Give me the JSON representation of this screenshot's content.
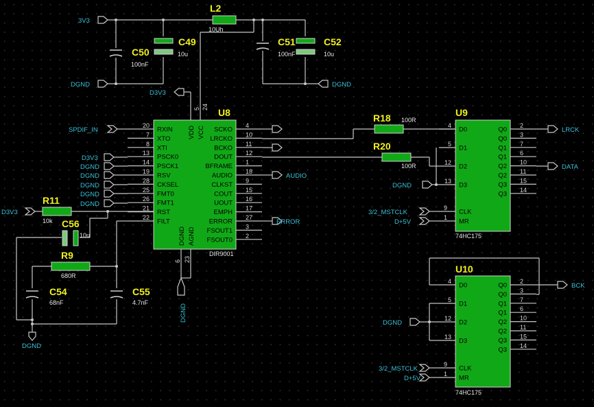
{
  "nets": {
    "v3v3_top": "3V3",
    "dgnd_left": "DGND",
    "d3v3_mid": "D3V3",
    "dgnd_right": "DGND",
    "spdif_in": "SPDIF_IN",
    "d3v3_pin13": "D3V3",
    "dgnd_14": "DGND",
    "dgnd_19": "DGND",
    "dgnd_28": "DGND",
    "dgnd_25": "DGND",
    "dgnd_26": "DGND",
    "d3v3_r11": "D3V3",
    "audio": "AUDIO",
    "error": "ERROR",
    "dgnd_u8": "DGND",
    "dgnd_bottom": "DGND",
    "lrck": "LRCK",
    "data": "DATA",
    "dgnd_u9": "DGND",
    "mstclk_u9": "3/2_MSTCLK",
    "d5v_u9": "D+5V",
    "bck": "BCK",
    "dgnd_u10": "DGND",
    "mstclk_u10": "3/2_MSTCLK",
    "d5v_u10": "D+5V"
  },
  "components": {
    "l2": {
      "ref": "L2",
      "value": "10Uh"
    },
    "c50": {
      "ref": "C50",
      "value": "100nF"
    },
    "c49": {
      "ref": "C49",
      "value": "10u"
    },
    "c51": {
      "ref": "C51",
      "value": "100nF"
    },
    "c52": {
      "ref": "C52",
      "value": "10u"
    },
    "r11": {
      "ref": "R11",
      "value": "10k"
    },
    "c56": {
      "ref": "C56",
      "value": "10u"
    },
    "r9": {
      "ref": "R9",
      "value": "680R"
    },
    "c54": {
      "ref": "C54",
      "value": "68nF"
    },
    "c55": {
      "ref": "C55",
      "value": "4.7nF"
    },
    "r18": {
      "ref": "R18",
      "value": "100R"
    },
    "r20": {
      "ref": "R20",
      "value": "100R"
    }
  },
  "u8": {
    "ref": "U8",
    "device": "DIR9001",
    "left_pins": [
      {
        "num": "20",
        "name": "RXIN"
      },
      {
        "num": "7",
        "name": "XTO"
      },
      {
        "num": "8",
        "name": "XTI"
      },
      {
        "num": "13",
        "name": "PSCK0"
      },
      {
        "num": "14",
        "name": "PSCK1"
      },
      {
        "num": "19",
        "name": "RSV"
      },
      {
        "num": "28",
        "name": "CKSEL"
      },
      {
        "num": "25",
        "name": "FMT0"
      },
      {
        "num": "26",
        "name": "FMT1"
      },
      {
        "num": "21",
        "name": "RST"
      },
      {
        "num": "22",
        "name": "FILT"
      }
    ],
    "right_pins": [
      {
        "num": "4",
        "name": "SCKO"
      },
      {
        "num": "10",
        "name": "LRCKO"
      },
      {
        "num": "11",
        "name": "BCKO"
      },
      {
        "num": "12",
        "name": "DOUT"
      },
      {
        "num": "1",
        "name": "BFRAME"
      },
      {
        "num": "18",
        "name": "AUDIO"
      },
      {
        "num": "9",
        "name": "CLKST"
      },
      {
        "num": "15",
        "name": "COUT"
      },
      {
        "num": "16",
        "name": "UOUT"
      },
      {
        "num": "17",
        "name": "EMPH"
      },
      {
        "num": "27",
        "name": "ERROR"
      },
      {
        "num": "3",
        "name": "FSOUT1"
      },
      {
        "num": "2",
        "name": "FSOUT0"
      }
    ],
    "top_pins": [
      {
        "num": "5",
        "name": "VDD"
      },
      {
        "num": "24",
        "name": "VCC"
      }
    ],
    "bottom_pins": [
      {
        "num": "6",
        "name": "DGND"
      },
      {
        "num": "23",
        "name": "AGND"
      }
    ]
  },
  "u9": {
    "ref": "U9",
    "device": "74HC175",
    "left_pins": [
      {
        "num": "4",
        "name": "D0"
      },
      {
        "num": "5",
        "name": "D1"
      },
      {
        "num": "12",
        "name": "D2"
      },
      {
        "num": "13",
        "name": "D3"
      },
      {
        "num": "9",
        "name": "CLK"
      },
      {
        "num": "1",
        "name": "MR"
      }
    ],
    "right_pins": [
      {
        "num": "2",
        "name": "Q0"
      },
      {
        "num": "3",
        "name": "Q0"
      },
      {
        "num": "7",
        "name": "Q1"
      },
      {
        "num": "6",
        "name": "Q1"
      },
      {
        "num": "10",
        "name": "Q2"
      },
      {
        "num": "11",
        "name": "Q2"
      },
      {
        "num": "15",
        "name": "Q3"
      },
      {
        "num": "14",
        "name": "Q3"
      }
    ]
  },
  "u10": {
    "ref": "U10",
    "device": "74HC175",
    "left_pins": [
      {
        "num": "4",
        "name": "D0"
      },
      {
        "num": "5",
        "name": "D1"
      },
      {
        "num": "12",
        "name": "D2"
      },
      {
        "num": "13",
        "name": "D3"
      },
      {
        "num": "9",
        "name": "CLK"
      },
      {
        "num": "1",
        "name": "MR"
      }
    ],
    "right_pins": [
      {
        "num": "2",
        "name": "Q0"
      },
      {
        "num": "3",
        "name": "Q0"
      },
      {
        "num": "7",
        "name": "Q1"
      },
      {
        "num": "6",
        "name": "Q1"
      },
      {
        "num": "10",
        "name": "Q2"
      },
      {
        "num": "11",
        "name": "Q2"
      },
      {
        "num": "15",
        "name": "Q3"
      },
      {
        "num": "14",
        "name": "Q3"
      }
    ]
  },
  "colors": {
    "background": "#000000",
    "chip_fill": "#11a817",
    "net_label": "#3bc0d8",
    "ref_label": "#f0f020",
    "wire": "#c8c8c8"
  }
}
